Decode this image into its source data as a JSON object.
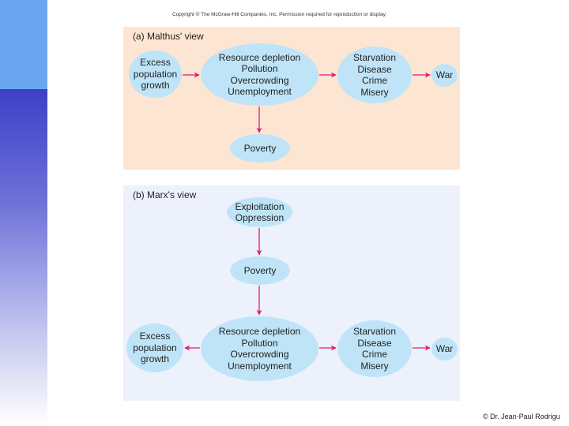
{
  "copyright": "Copyright © The McGraw-Hill Companies, Inc. Permission required for reproduction or display.",
  "panels": {
    "a": {
      "title": "(a)  Malthus' view",
      "nodes": {
        "excess": "Excess\npopulation\ngrowth",
        "resource": "Resource depletion\nPollution\nOvercrowding\nUnemployment",
        "starvation": "Starvation\nDisease\nCrime\nMisery",
        "war": "War",
        "poverty": "Poverty"
      }
    },
    "b": {
      "title": "(b)  Marx's view",
      "nodes": {
        "exploitation": "Exploitation\nOppression",
        "poverty": "Poverty",
        "excess": "Excess\npopulation\ngrowth",
        "resource": "Resource depletion\nPollution\nOvercrowding\nUnemployment",
        "starvation": "Starvation\nDisease\nCrime\nMisery",
        "war": "War"
      }
    }
  },
  "footer": "© Dr. Jean-Paul Rodrigu",
  "colors": {
    "panel_a_bg": "#fce6d3",
    "panel_b_bg": "#edf1fb",
    "node_fill": "#bfe4f7",
    "arrow": "#e0187a"
  }
}
